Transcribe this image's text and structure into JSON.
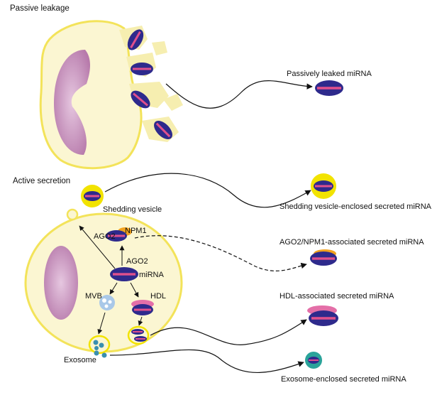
{
  "sections": {
    "passive": "Passive leakage",
    "active": "Active secretion"
  },
  "labels": {
    "shedding_vesicle": "Shedding vesicle",
    "ago2_npm1_a": "AGO2",
    "npm1": "NPM1",
    "ago2": "AGO2",
    "mirna": "miRNA",
    "mvb": "MVB",
    "hdl": "HDL",
    "exosome": "Exosome"
  },
  "outputs": {
    "passive": "Passively leaked miRNA",
    "shedding": "Shedding vesicle-enclosed secreted miRNA",
    "ago2npm1": "AGO2/NPM1-associated secreted miRNA",
    "hdl": "HDL-associated secreted miRNA",
    "exosome": "Exosome-enclosed secreted miRNA"
  },
  "colors": {
    "cell_fill": "#fbf6d2",
    "cell_stroke": "#f3e35a",
    "nucleus": "#c98fbf",
    "mirna_body": "#2e2a8c",
    "mirna_stripe": "#e0508c",
    "vesicle_yellow": "#f2e300",
    "npm1_orange": "#f2a21f",
    "hdl_pink": "#e46fa8",
    "exosome_teal": "#2aa39a",
    "mvb_blue": "#a9c8e8"
  }
}
